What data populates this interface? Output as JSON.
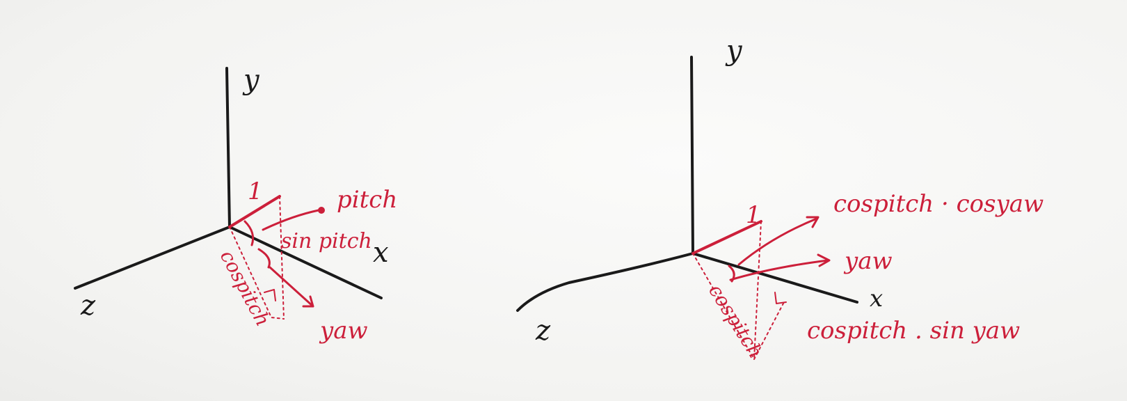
{
  "left_diagram": {
    "axis_y": "y",
    "axis_x": "x",
    "axis_z": "z",
    "label_one": "1",
    "label_pitch": "pitch",
    "label_sin_pitch": "sin pitch",
    "label_cos_pitch": "cospitch",
    "label_yaw": "yaw"
  },
  "right_diagram": {
    "axis_y": "y",
    "axis_x": "x",
    "axis_z": "z",
    "label_one": "1",
    "label_cos_cos": "cospitch · cosyaw",
    "label_yaw": "yaw",
    "label_cos_pitch": "cospitch",
    "label_cos_sin": "cospitch . sin yaw"
  },
  "colors": {
    "ink": "#1a1a1a",
    "red": "#cc1f3a"
  }
}
